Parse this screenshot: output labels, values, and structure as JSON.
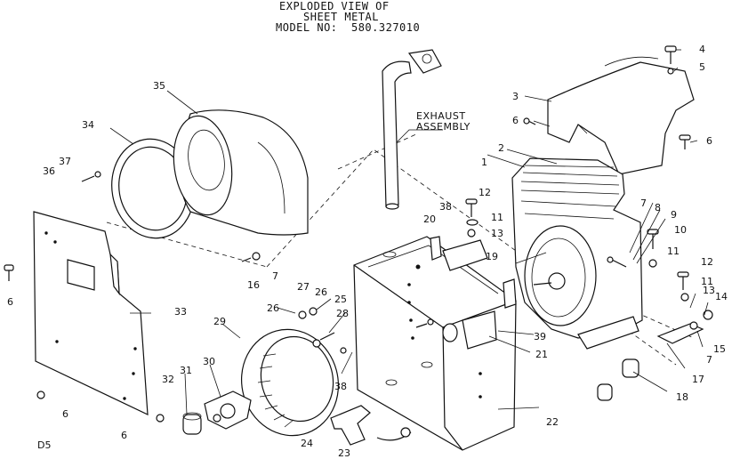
{
  "header": {
    "line1": "EXPLODED VIEW OF",
    "line2": "SHEET METAL",
    "line3": "MODEL NO:  580.327010"
  },
  "footer_code": "D5",
  "assembly_label": {
    "line1": "EXHAUST",
    "line2": "ASSEMBLY"
  },
  "callouts": {
    "p1": "1",
    "p2": "2",
    "p3": "3",
    "p4": "4",
    "p5": "5",
    "p6a": "6",
    "p6b": "6",
    "p6c": "6",
    "p6d": "6",
    "p6e": "6",
    "p7a": "7",
    "p7b": "7",
    "p7c": "7",
    "p8": "8",
    "p9": "9",
    "p10": "10",
    "p11a": "11",
    "p11b": "11",
    "p11c": "11",
    "p12a": "12",
    "p12b": "12",
    "p13a": "13",
    "p13b": "13",
    "p14": "14",
    "p15": "15",
    "p16": "16",
    "p17": "17",
    "p18": "18",
    "p19": "19",
    "p20": "20",
    "p21": "21",
    "p22": "22",
    "p23": "23",
    "p24": "24",
    "p25": "25",
    "p26a": "26",
    "p26b": "26",
    "p27": "27",
    "p28": "28",
    "p29": "29",
    "p30": "30",
    "p31": "31",
    "p32": "32",
    "p33": "33",
    "p34": "34",
    "p35": "35",
    "p36": "36",
    "p37": "37",
    "p38a": "38",
    "p38b": "38",
    "p39": "39"
  }
}
